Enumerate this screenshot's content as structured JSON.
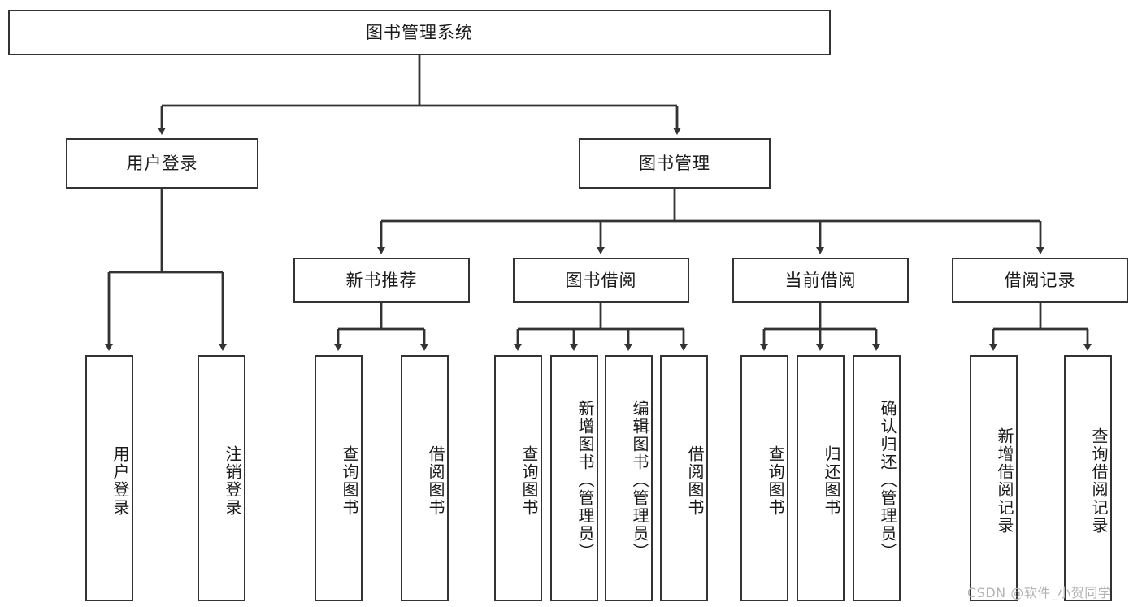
{
  "diagram": {
    "type": "hierarchy-tree",
    "root": {
      "label": "图书管理系统"
    },
    "level2": [
      {
        "label": "用户登录"
      },
      {
        "label": "图书管理"
      }
    ],
    "level3": [
      {
        "label": "新书推荐"
      },
      {
        "label": "图书借阅"
      },
      {
        "label": "当前借阅"
      },
      {
        "label": "借阅记录"
      }
    ],
    "leaves": {
      "user_login": [
        {
          "label": "用户登录"
        },
        {
          "label": "注销登录"
        }
      ],
      "new_book_recommend": [
        {
          "label": "查询图书"
        },
        {
          "label": "借阅图书"
        }
      ],
      "book_borrow": [
        {
          "label": "查询图书"
        },
        {
          "label": "新增图书（管理员）"
        },
        {
          "label": "编辑图书（管理员）"
        },
        {
          "label": "借阅图书"
        }
      ],
      "current_borrow": [
        {
          "label": "查询图书"
        },
        {
          "label": "归还图书"
        },
        {
          "label": "确认归还（管理员）"
        }
      ],
      "borrow_record": [
        {
          "label": "新增借阅记录"
        },
        {
          "label": "查询借阅记录"
        }
      ]
    }
  },
  "watermark": {
    "text": "CSDN @软件_小贺同学"
  },
  "colors": {
    "stroke": "#333333",
    "background": "#ffffff",
    "text": "#1a1a1a",
    "watermark": "#b3b3b3"
  }
}
